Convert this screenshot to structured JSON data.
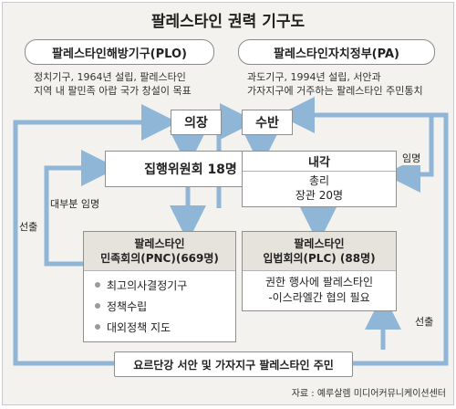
{
  "title": "팔레스타인 권력 기구도",
  "plo": {
    "name": "팔레스타인해방기구(PLO)",
    "desc_line1": "정치기구, 1964년 설립, 팔레스타인",
    "desc_line2": "지역 내 팔민족 아랍 국가 창설이 목표"
  },
  "pa": {
    "name": "팔레스타인자치정부(PA)",
    "desc_line1": "과도기구, 1994년 설립, 서안과",
    "desc_line2": "가자지구에 거주하는 팔레스타인 주민통치"
  },
  "chairman": "의장",
  "head": "수반",
  "executive": "집행위원회 18명",
  "cabinet": {
    "title": "내각",
    "line1": "총리",
    "line2": "장관 20명"
  },
  "pnc": {
    "line1": "팔레스타인",
    "line2": "민족회의(PNC)(669명)",
    "items": [
      "최고의사결정기구",
      "정책수립",
      "대외정책 지도"
    ]
  },
  "plc": {
    "line1": "팔레스타인",
    "line2": "입법회의(PLC) (88명)",
    "body_line1": "권한 행사에 팔레스타인",
    "body_line2": "-이스라엘간 협의 필요"
  },
  "residents": "요르단강 서안 및 가자지구 팔레스타인 주민",
  "labels": {
    "appoint": "임명",
    "mostly_appoint": "대부분 임명",
    "elect_left": "선출",
    "elect_right": "선출"
  },
  "source": "자료 : 예루살렘 미디어커뮤니케이션센터",
  "colors": {
    "arrow": "#8fb6d6",
    "panel": "#f4f2ee",
    "header": "#e6e3dc"
  }
}
